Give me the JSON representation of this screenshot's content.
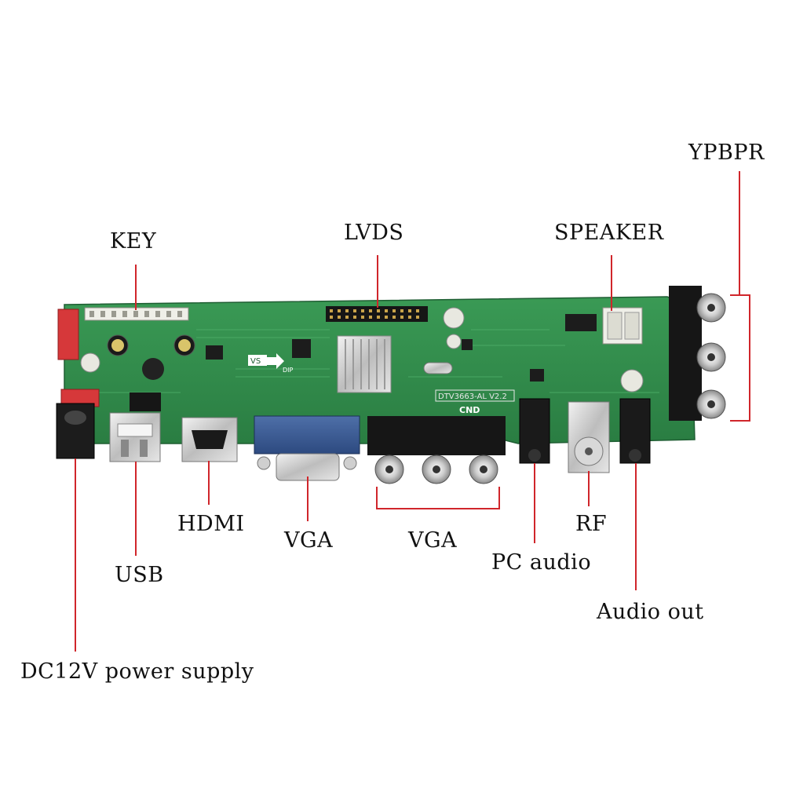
{
  "labels": {
    "key": "KEY",
    "lvds": "LVDS",
    "speaker": "SPEAKER",
    "ypbpr": "YPBPR",
    "hdmi": "HDMI",
    "vga_port": "VGA",
    "vga_rca": "VGA",
    "rf": "RF",
    "pc_audio": "PC audio",
    "usb": "USB",
    "audio_out": "Audio out",
    "dc_power": "DC12V power supply"
  },
  "board": {
    "model_text": "DTV3663-AL V2.2",
    "vs_text": "VS",
    "dip_text": "DIP",
    "logo_text": "CND"
  },
  "colors": {
    "board": "#2f8a4a",
    "leader_line": "#d0262b",
    "label_text": "#111111"
  }
}
